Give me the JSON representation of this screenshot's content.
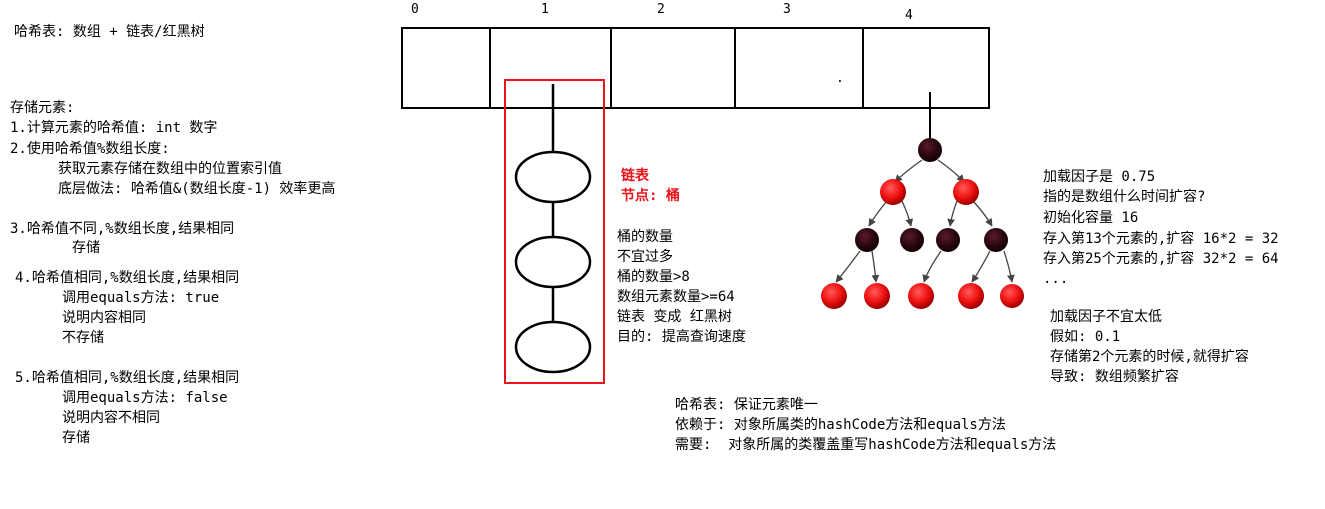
{
  "title": "哈希表: 数组 + 链表/红黑树",
  "array": {
    "indices": [
      "0",
      "1",
      "2",
      "3",
      "4"
    ],
    "dot": "."
  },
  "left_notes": {
    "heading": "存储元素:",
    "step1": "1.计算元素的哈希值: int 数字",
    "step2": "2.使用哈希值%数组长度:",
    "step2_a": "获取元素存储在数组中的位置索引值",
    "step2_b": "底层做法: 哈希值&(数组长度-1) 效率更高",
    "step3": "3.哈希值不同,%数组长度,结果相同",
    "step3_a": "存储",
    "step4": "4.哈希值相同,%数组长度,结果相同",
    "step4_a": "调用equals方法: true",
    "step4_b": "说明内容相同",
    "step4_c": "不存储",
    "step5": "5.哈希值相同,%数组长度,结果相同",
    "step5_a": "调用equals方法: false",
    "step5_b": "说明内容不相同",
    "step5_c": "存储"
  },
  "linked_list": {
    "label": "链表",
    "node_label": "节点: 桶",
    "notes": [
      "桶的数量",
      "不宜过多",
      "桶的数量>8",
      "数组元素数量>=64",
      "链表 变成 红黑树",
      "目的: 提高查询速度"
    ]
  },
  "load_factor": {
    "lines": [
      "加载因子是 0.75",
      "指的是数组什么时间扩容?",
      "初始化容量 16",
      "存入第13个元素的,扩容 16*2 = 32",
      "存入第25个元素的,扩容 32*2 = 64",
      "..."
    ],
    "lines2": [
      "加载因子不宜太低",
      "假如: 0.1",
      "存储第2个元素的时候,就得扩容",
      "导致: 数组频繁扩容"
    ]
  },
  "uniqueness": {
    "lines": [
      "哈希表: 保证元素唯一",
      "依赖于: 对象所属类的hashCode方法和equals方法",
      "需要:  对象所属的类覆盖重写hashCode方法和equals方法"
    ]
  },
  "colors": {
    "accent": "#e8141c",
    "node_dark": "#2a0710",
    "node_red": "#ee1010"
  }
}
